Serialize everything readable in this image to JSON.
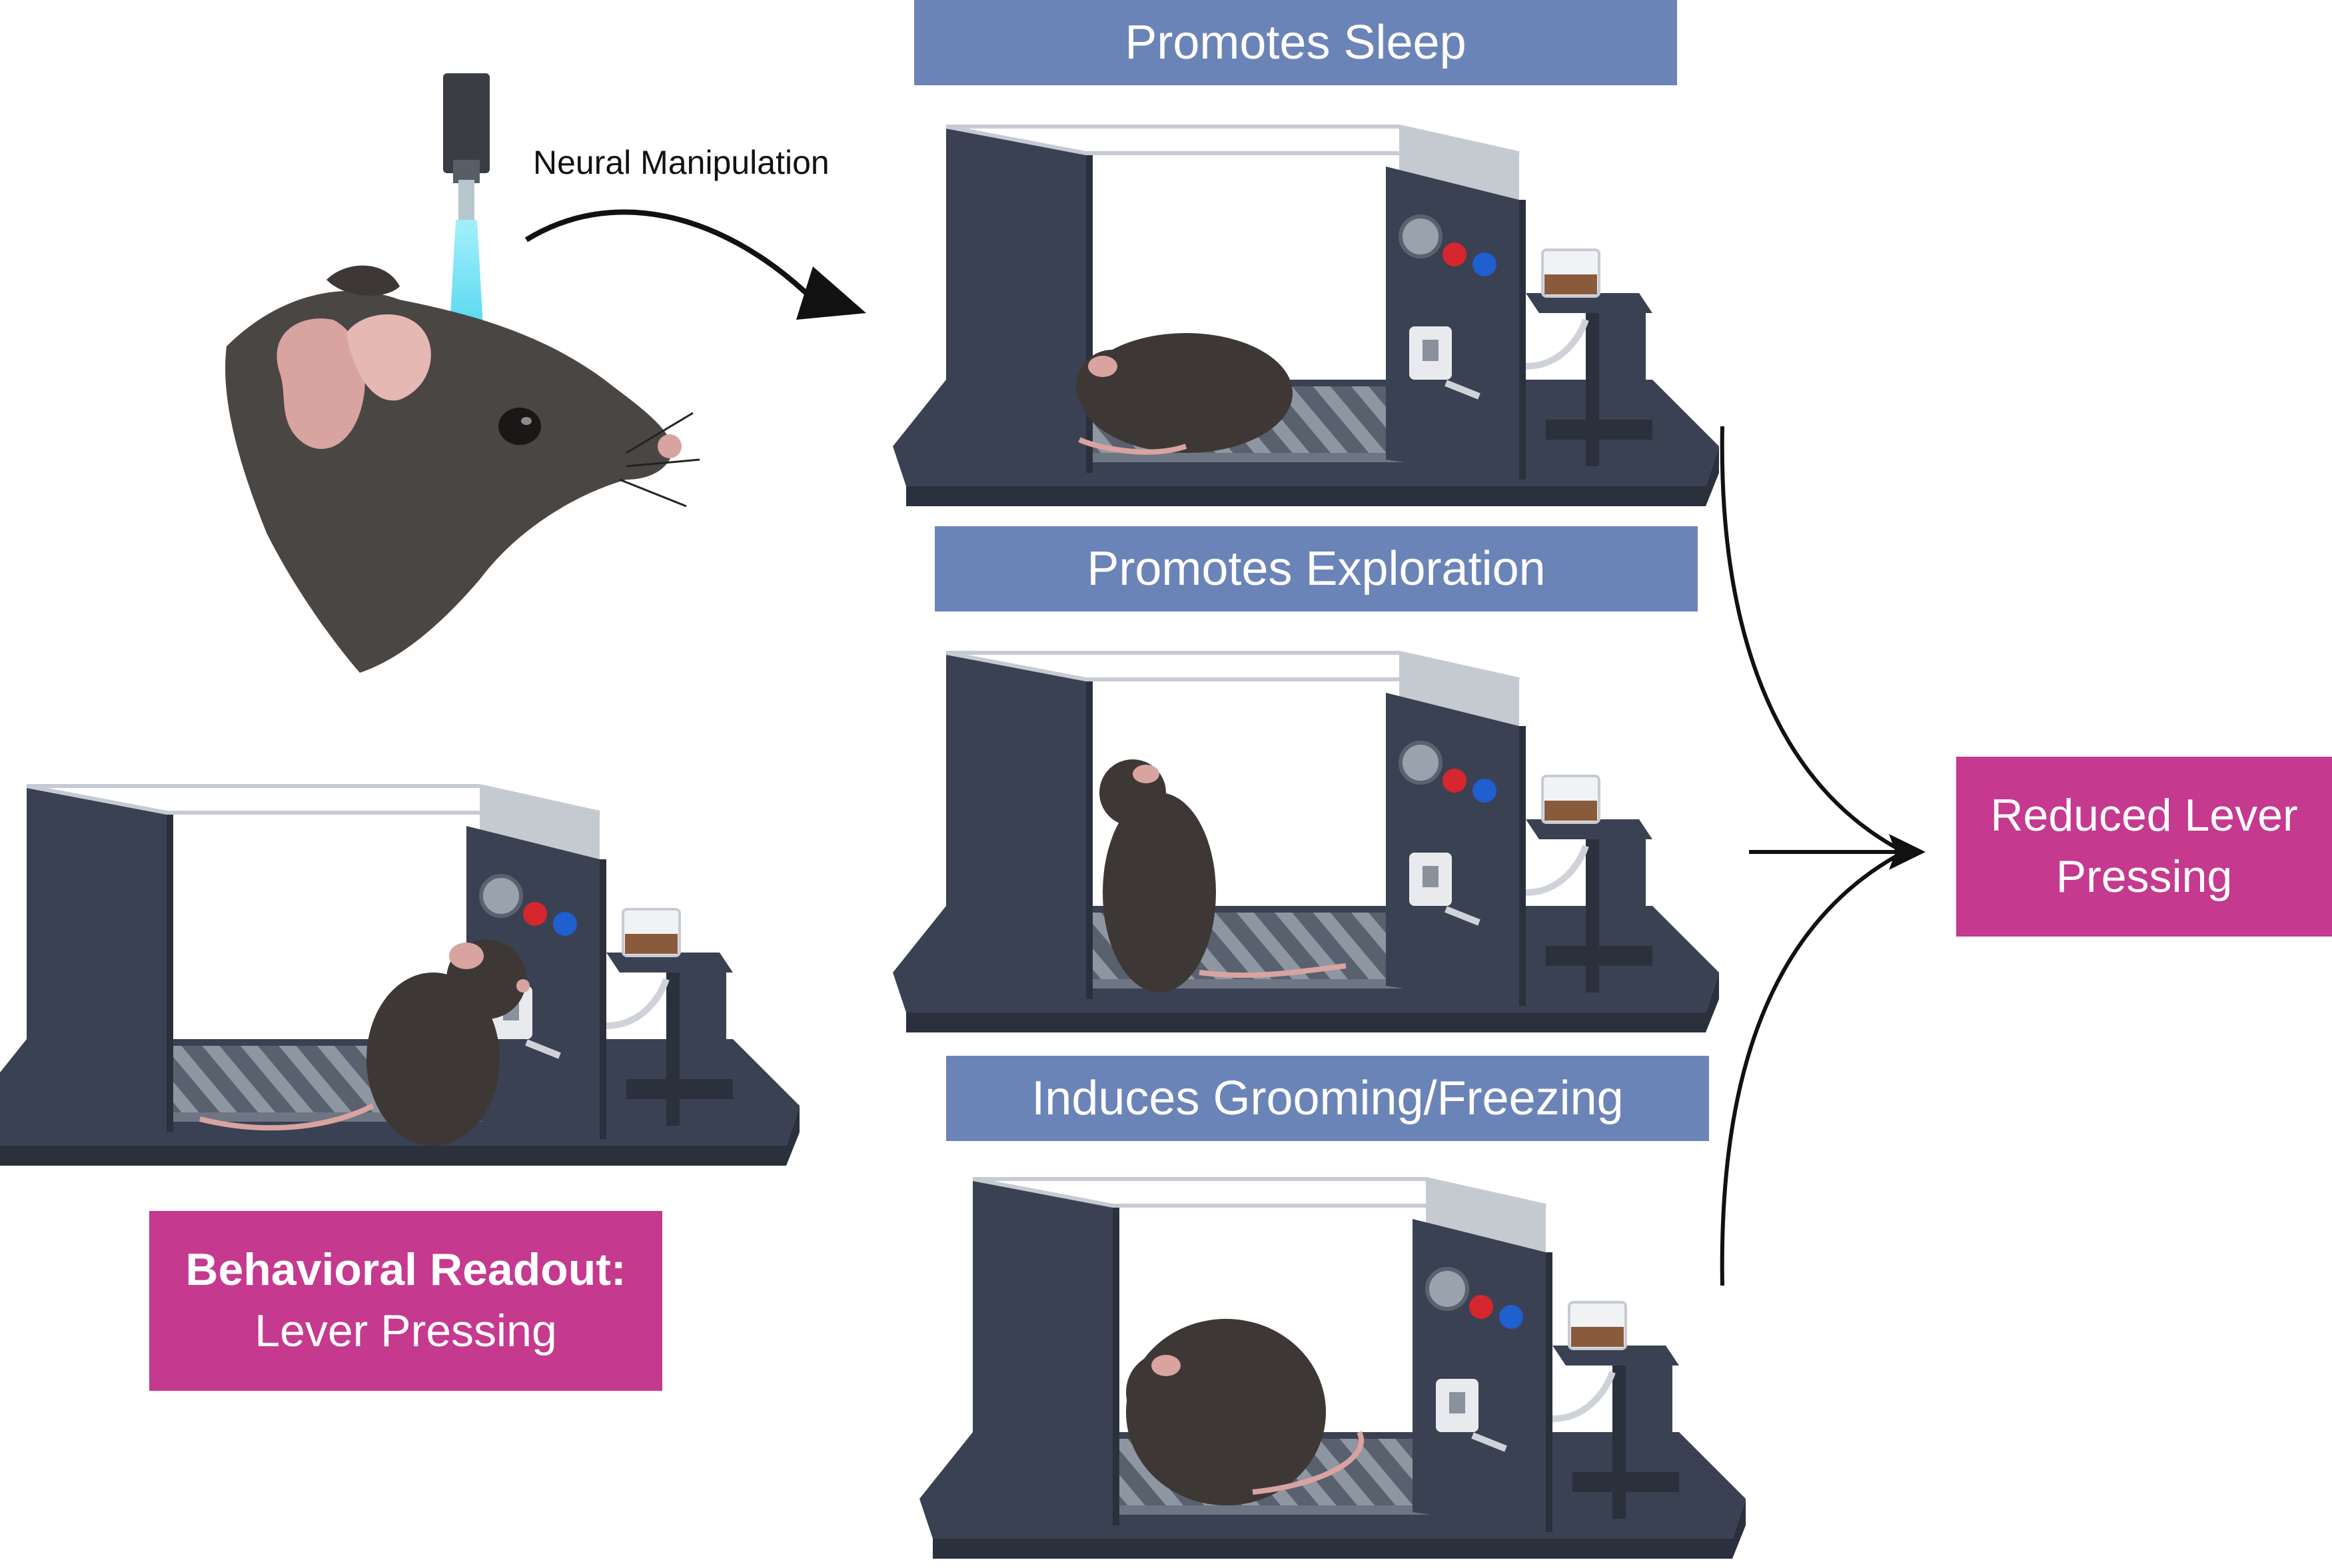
{
  "arrow_label": "Neural Manipulation",
  "outcomes": [
    {
      "label": "Promotes Sleep"
    },
    {
      "label": "Promotes Exploration"
    },
    {
      "label": "Induces Grooming/Freezing"
    }
  ],
  "readout": {
    "title": "Behavioral Readout:",
    "subtitle": "Lever Pressing"
  },
  "result": {
    "line1": "Reduced Lever",
    "line2": "Pressing"
  },
  "colors": {
    "label_blue": "#6b84b8",
    "label_pink": "#c5398f",
    "chamber_dark": "#3a4152",
    "mouse_dark": "#3d3836",
    "light_beam": "#3fd6f0",
    "ear_pink": "#d9a3a0"
  }
}
